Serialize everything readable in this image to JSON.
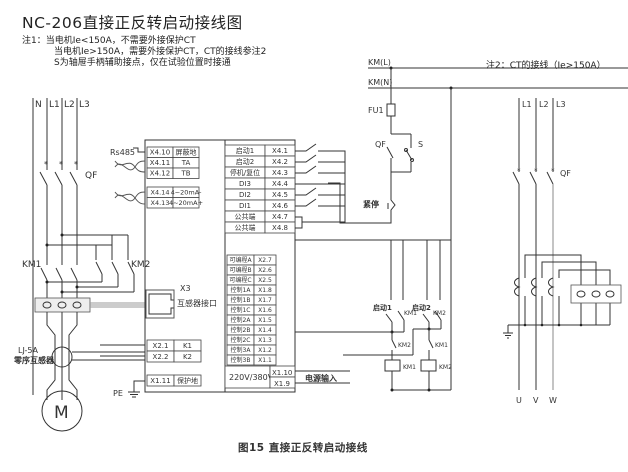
{
  "title": "NC-206直接正反转启动接线图",
  "notes": {
    "note1_line1": "注1：当电机Ie<150A，不需要外接保护CT",
    "note1_line2": "当电机Ie>150A，需要外接保护CT，CT的接线参注2",
    "note1_line3": "S为轴屉手柄辅助接点，仅在试验位置时接通",
    "note2": "注2：CT的接线（Ie>150A）"
  },
  "caption": "图15 直接正反转启动接线",
  "left_power": {
    "lines": [
      "N",
      "L1",
      "L2",
      "L3"
    ],
    "breaker": "QF",
    "contactor_forward": "KM1",
    "contactor_reverse": "KM2",
    "zero_seq_ct_model": "LJ-5A",
    "zero_seq_ct_name": "零序互感器",
    "motor": "M",
    "ground": "PE"
  },
  "module": {
    "rs485_label": "Rs485",
    "comm_terminals": [
      {
        "terminal": "X4.10",
        "function": "屏蔽地"
      },
      {
        "terminal": "X4.11",
        "function": "TA"
      },
      {
        "terminal": "X4.12",
        "function": "TB"
      }
    ],
    "analog_terminals": [
      {
        "terminal": "X4.14",
        "function": "4~20mA-"
      },
      {
        "terminal": "X4.13",
        "function": "4~20mA+"
      }
    ],
    "ct_port_id": "X3",
    "ct_port_label": "互感器接口",
    "k_terminals": [
      {
        "terminal": "X2.1",
        "function": "K1"
      },
      {
        "terminal": "X2.2",
        "function": "K2"
      }
    ],
    "protect_terminal": {
      "terminal": "X1.11",
      "function": "保护地"
    },
    "di_terminals": [
      {
        "function": "启动1",
        "terminal": "X4.1"
      },
      {
        "function": "启动2",
        "terminal": "X4.2"
      },
      {
        "function": "停机/复位",
        "terminal": "X4.3"
      },
      {
        "function": "DI3",
        "terminal": "X4.4"
      },
      {
        "function": "DI2",
        "terminal": "X4.5"
      },
      {
        "function": "DI1",
        "terminal": "X4.6"
      },
      {
        "function": "公共端",
        "terminal": "X4.7"
      },
      {
        "function": "公共端",
        "terminal": "X4.8"
      }
    ],
    "relay_terminals": [
      {
        "function": "可编程A",
        "terminal": "X2.7"
      },
      {
        "function": "可编程B",
        "terminal": "X2.6"
      },
      {
        "function": "可编程C",
        "terminal": "X2.5"
      },
      {
        "function": "控制1A",
        "terminal": "X1.8"
      },
      {
        "function": "控制1B",
        "terminal": "X1.7"
      },
      {
        "function": "控制1C",
        "terminal": "X1.6"
      },
      {
        "function": "控制2A",
        "terminal": "X1.5"
      },
      {
        "function": "控制2B",
        "terminal": "X1.4"
      },
      {
        "function": "控制2C",
        "terminal": "X1.3"
      },
      {
        "function": "控制3A",
        "terminal": "X1.2"
      },
      {
        "function": "控制3B",
        "terminal": "X1.1"
      }
    ],
    "power_label": "220V/380V",
    "power_terminals": [
      "X1.10",
      "X1.9"
    ],
    "power_input_label": "电源输入"
  },
  "control_circuit": {
    "bus_l": "KM(L)",
    "bus_n": "KM(N)",
    "fuse": "FU1",
    "breaker": "QF",
    "aux_switch": "S",
    "estop": "紧停",
    "start1": "启动1",
    "start2": "启动2",
    "km1_contact": "KM1",
    "km2_contact": "KM2",
    "interlock_km2": "KM2",
    "interlock_km1": "KM1",
    "coil_km1": "KM1",
    "coil_km2": "KM2"
  },
  "ct_wiring": {
    "lines": [
      "L1",
      "L2",
      "L3"
    ],
    "breaker": "QF",
    "outputs": [
      "U",
      "V",
      "W"
    ]
  }
}
